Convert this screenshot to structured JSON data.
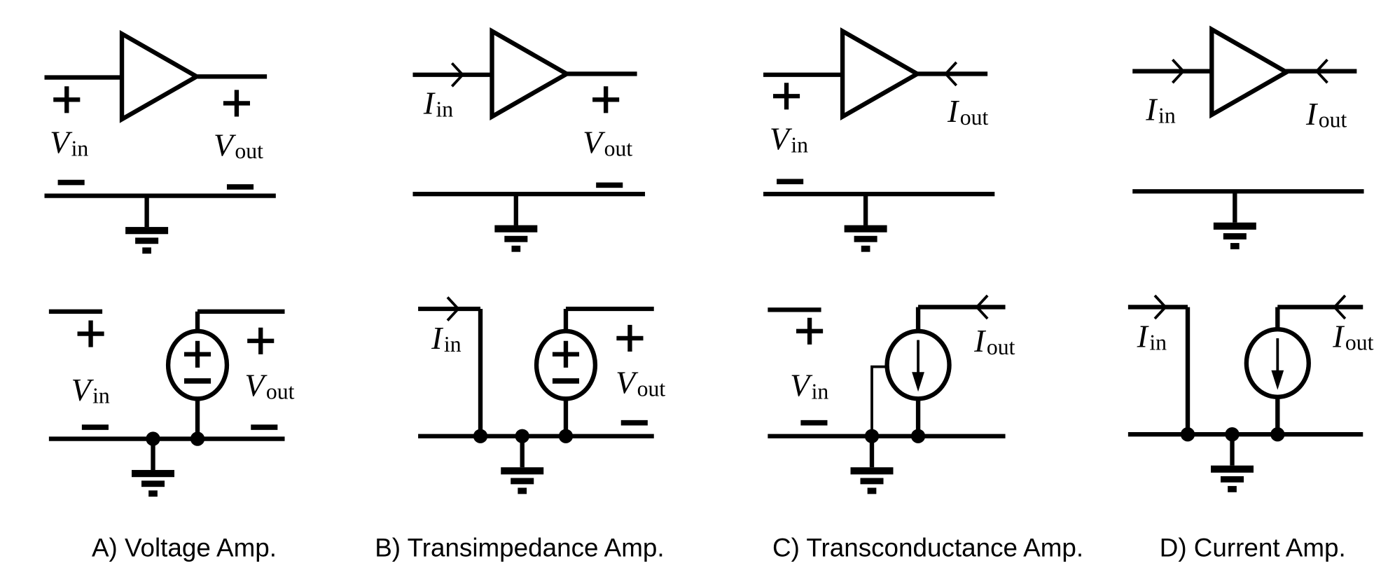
{
  "captions": [
    "A) Voltage Amp.",
    "B) Transimpedance Amp.",
    "C) Transconductance Amp.",
    "D) Current Amp."
  ],
  "labels": {
    "V": "V",
    "I": "I",
    "in": "in",
    "out": "out"
  },
  "signs": {
    "plus": "+",
    "pm": "±"
  },
  "colors": {
    "ink": "#000000",
    "background": "#ffffff"
  }
}
